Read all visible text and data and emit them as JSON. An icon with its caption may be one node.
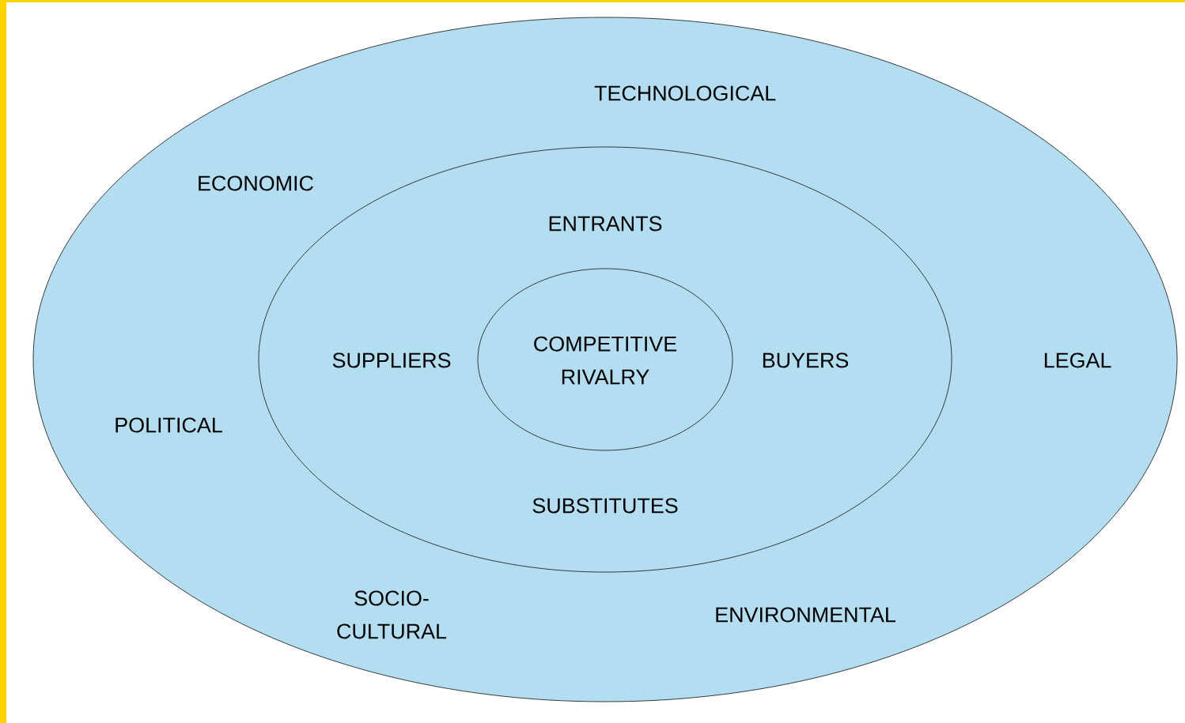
{
  "diagram": {
    "nodes": [
      {
        "text": [
          "TECHNOLOGICAL",
          "ECONOMIC",
          "LEGAL",
          "POLITICAL",
          "SOCIO-CULTURAL",
          "ENVIRONMENTAL"
        ]
      },
      {
        "text": [
          "ENTRANTS",
          "SUPPLIERS",
          "BUYERS",
          "SUBSTITUTES"
        ],
        "in": 0
      },
      {
        "text": [
          "COMPETITIVE RIVALRY"
        ],
        "in": 1
      }
    ]
  }
}
